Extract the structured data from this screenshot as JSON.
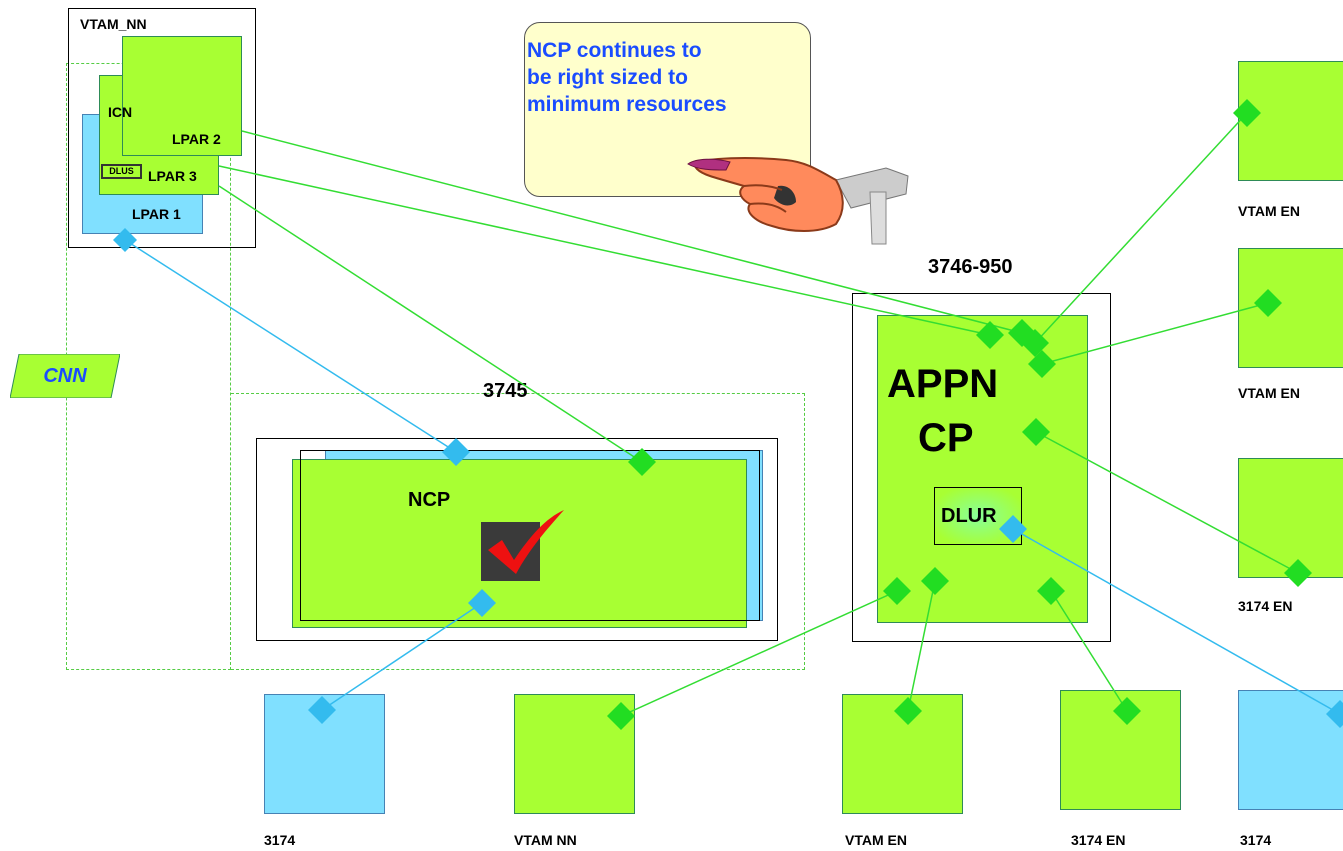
{
  "callout": {
    "lines": [
      "NCP continues to",
      "be right sized to",
      "minimum resources"
    ]
  },
  "host": {
    "title": "VTAM_NN",
    "icn": "ICN",
    "dlus": "DLUS",
    "lpar1": "LPAR 1",
    "lpar2": "LPAR 2",
    "lpar3": "LPAR 3"
  },
  "cnn": "CNN",
  "fep": {
    "title": "3745",
    "ncp": "NCP"
  },
  "router": {
    "title": "3746-950",
    "appn1": "APPN",
    "appn2": "CP",
    "dlur": "DLUR"
  },
  "right_nodes": [
    "VTAM EN",
    "VTAM EN",
    "3174 EN"
  ],
  "bottom_nodes": [
    "3174",
    "VTAM NN",
    "VTAM EN",
    "3174 EN",
    "3174"
  ],
  "colors": {
    "green_fill": "#a8ff33",
    "cyan_fill": "#80e0ff",
    "green_link": "#33dd33",
    "cyan_link": "#33bbee",
    "callout_text": "#1a4cff"
  }
}
